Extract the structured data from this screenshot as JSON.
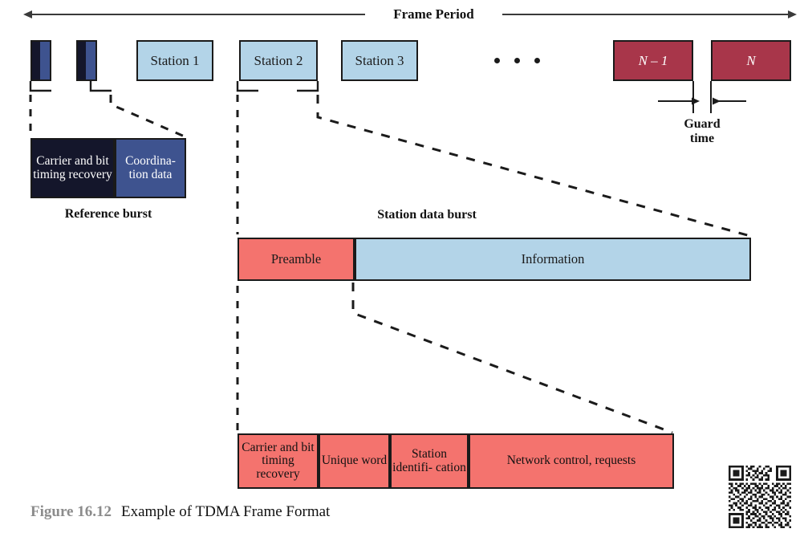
{
  "figure": {
    "number": "Figure 16.12",
    "title": "Example of TDMA Frame Format"
  },
  "colors": {
    "light_blue": "#b3d4e8",
    "dark_navy": "#14162b",
    "medium_blue": "#3e538f",
    "salmon": "#f4736e",
    "dark_red": "#a8364a",
    "outline": "#1a1a1a",
    "caption_gray": "#8c8c8c"
  },
  "frame_axis": {
    "label": "Frame Period"
  },
  "frame_row": {
    "reference_bursts": [
      {
        "name": "reference-burst-1"
      },
      {
        "name": "reference-burst-2"
      }
    ],
    "slots": [
      {
        "label": "Station 1",
        "kind": "station"
      },
      {
        "label": "Station 2",
        "kind": "station"
      },
      {
        "label": "Station 3",
        "kind": "station"
      },
      {
        "label": "N – 1",
        "kind": "tail"
      },
      {
        "label": "N",
        "kind": "tail"
      }
    ],
    "ellipsis": "• • •"
  },
  "guard_time": {
    "label_line1": "Guard",
    "label_line2": "time"
  },
  "reference_burst_detail": {
    "caption": "Reference burst",
    "cells": [
      {
        "label": "Carrier and bit timing recovery",
        "fill": "dark_navy"
      },
      {
        "label": "Coordina- tion data",
        "fill": "medium_blue"
      }
    ]
  },
  "station_data_burst": {
    "caption": "Station data burst",
    "cells": [
      {
        "label": "Preamble",
        "fill": "salmon"
      },
      {
        "label": "Information",
        "fill": "light_blue"
      }
    ]
  },
  "preamble_detail": {
    "cells": [
      {
        "label": "Carrier and bit timing recovery"
      },
      {
        "label": "Unique word"
      },
      {
        "label": "Station identifi- cation"
      },
      {
        "label": "Network control, requests"
      }
    ]
  }
}
